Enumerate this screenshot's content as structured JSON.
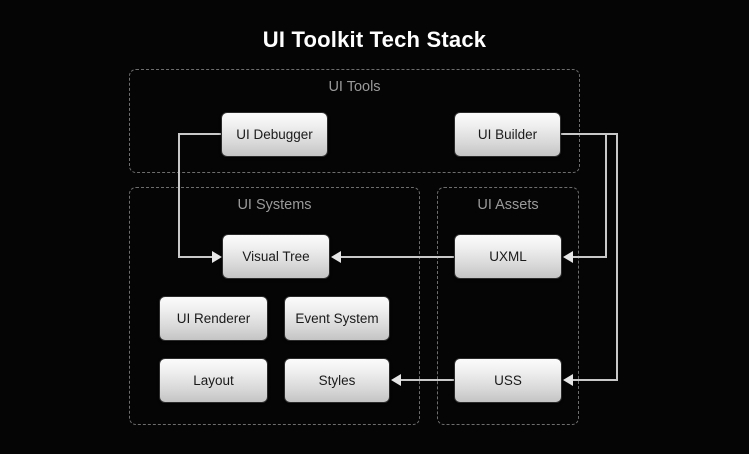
{
  "page": {
    "title": "UI Toolkit Tech Stack",
    "background_color": "#050505",
    "title_color": "#ffffff",
    "group_border_color": "#6d6d6d",
    "group_label_color": "#9a9a9a",
    "node_text_color": "#1a1a1a",
    "edge_color": "#c9c9c9"
  },
  "groups": [
    {
      "id": "ui-tools",
      "label": "UI Tools"
    },
    {
      "id": "ui-systems",
      "label": "UI Systems"
    },
    {
      "id": "ui-assets",
      "label": "UI Assets"
    }
  ],
  "nodes": [
    {
      "id": "ui-debugger",
      "label": "UI Debugger",
      "group": "UI Tools"
    },
    {
      "id": "ui-builder",
      "label": "UI Builder",
      "group": "UI Tools"
    },
    {
      "id": "visual-tree",
      "label": "Visual Tree",
      "group": "UI Systems"
    },
    {
      "id": "ui-renderer",
      "label": "UI Renderer",
      "group": "UI Systems"
    },
    {
      "id": "event-system",
      "label": "Event System",
      "group": "UI Systems"
    },
    {
      "id": "layout",
      "label": "Layout",
      "group": "UI Systems"
    },
    {
      "id": "styles",
      "label": "Styles",
      "group": "UI Systems"
    },
    {
      "id": "uxml",
      "label": "UXML",
      "group": "UI Assets"
    },
    {
      "id": "uss",
      "label": "USS",
      "group": "UI Assets"
    }
  ],
  "edges": [
    {
      "id": "debugger-to-visual-tree",
      "from": "UI Debugger",
      "to": "Visual Tree",
      "arrow": "to"
    },
    {
      "id": "uxml-to-visual-tree",
      "from": "UXML",
      "to": "Visual Tree",
      "arrow": "to"
    },
    {
      "id": "builder-to-uxml",
      "from": "UI Builder",
      "to": "UXML",
      "arrow": "to"
    },
    {
      "id": "builder-to-uss",
      "from": "UI Builder",
      "to": "USS",
      "arrow": "to"
    },
    {
      "id": "uss-to-styles",
      "from": "USS",
      "to": "Styles",
      "arrow": "to"
    }
  ]
}
